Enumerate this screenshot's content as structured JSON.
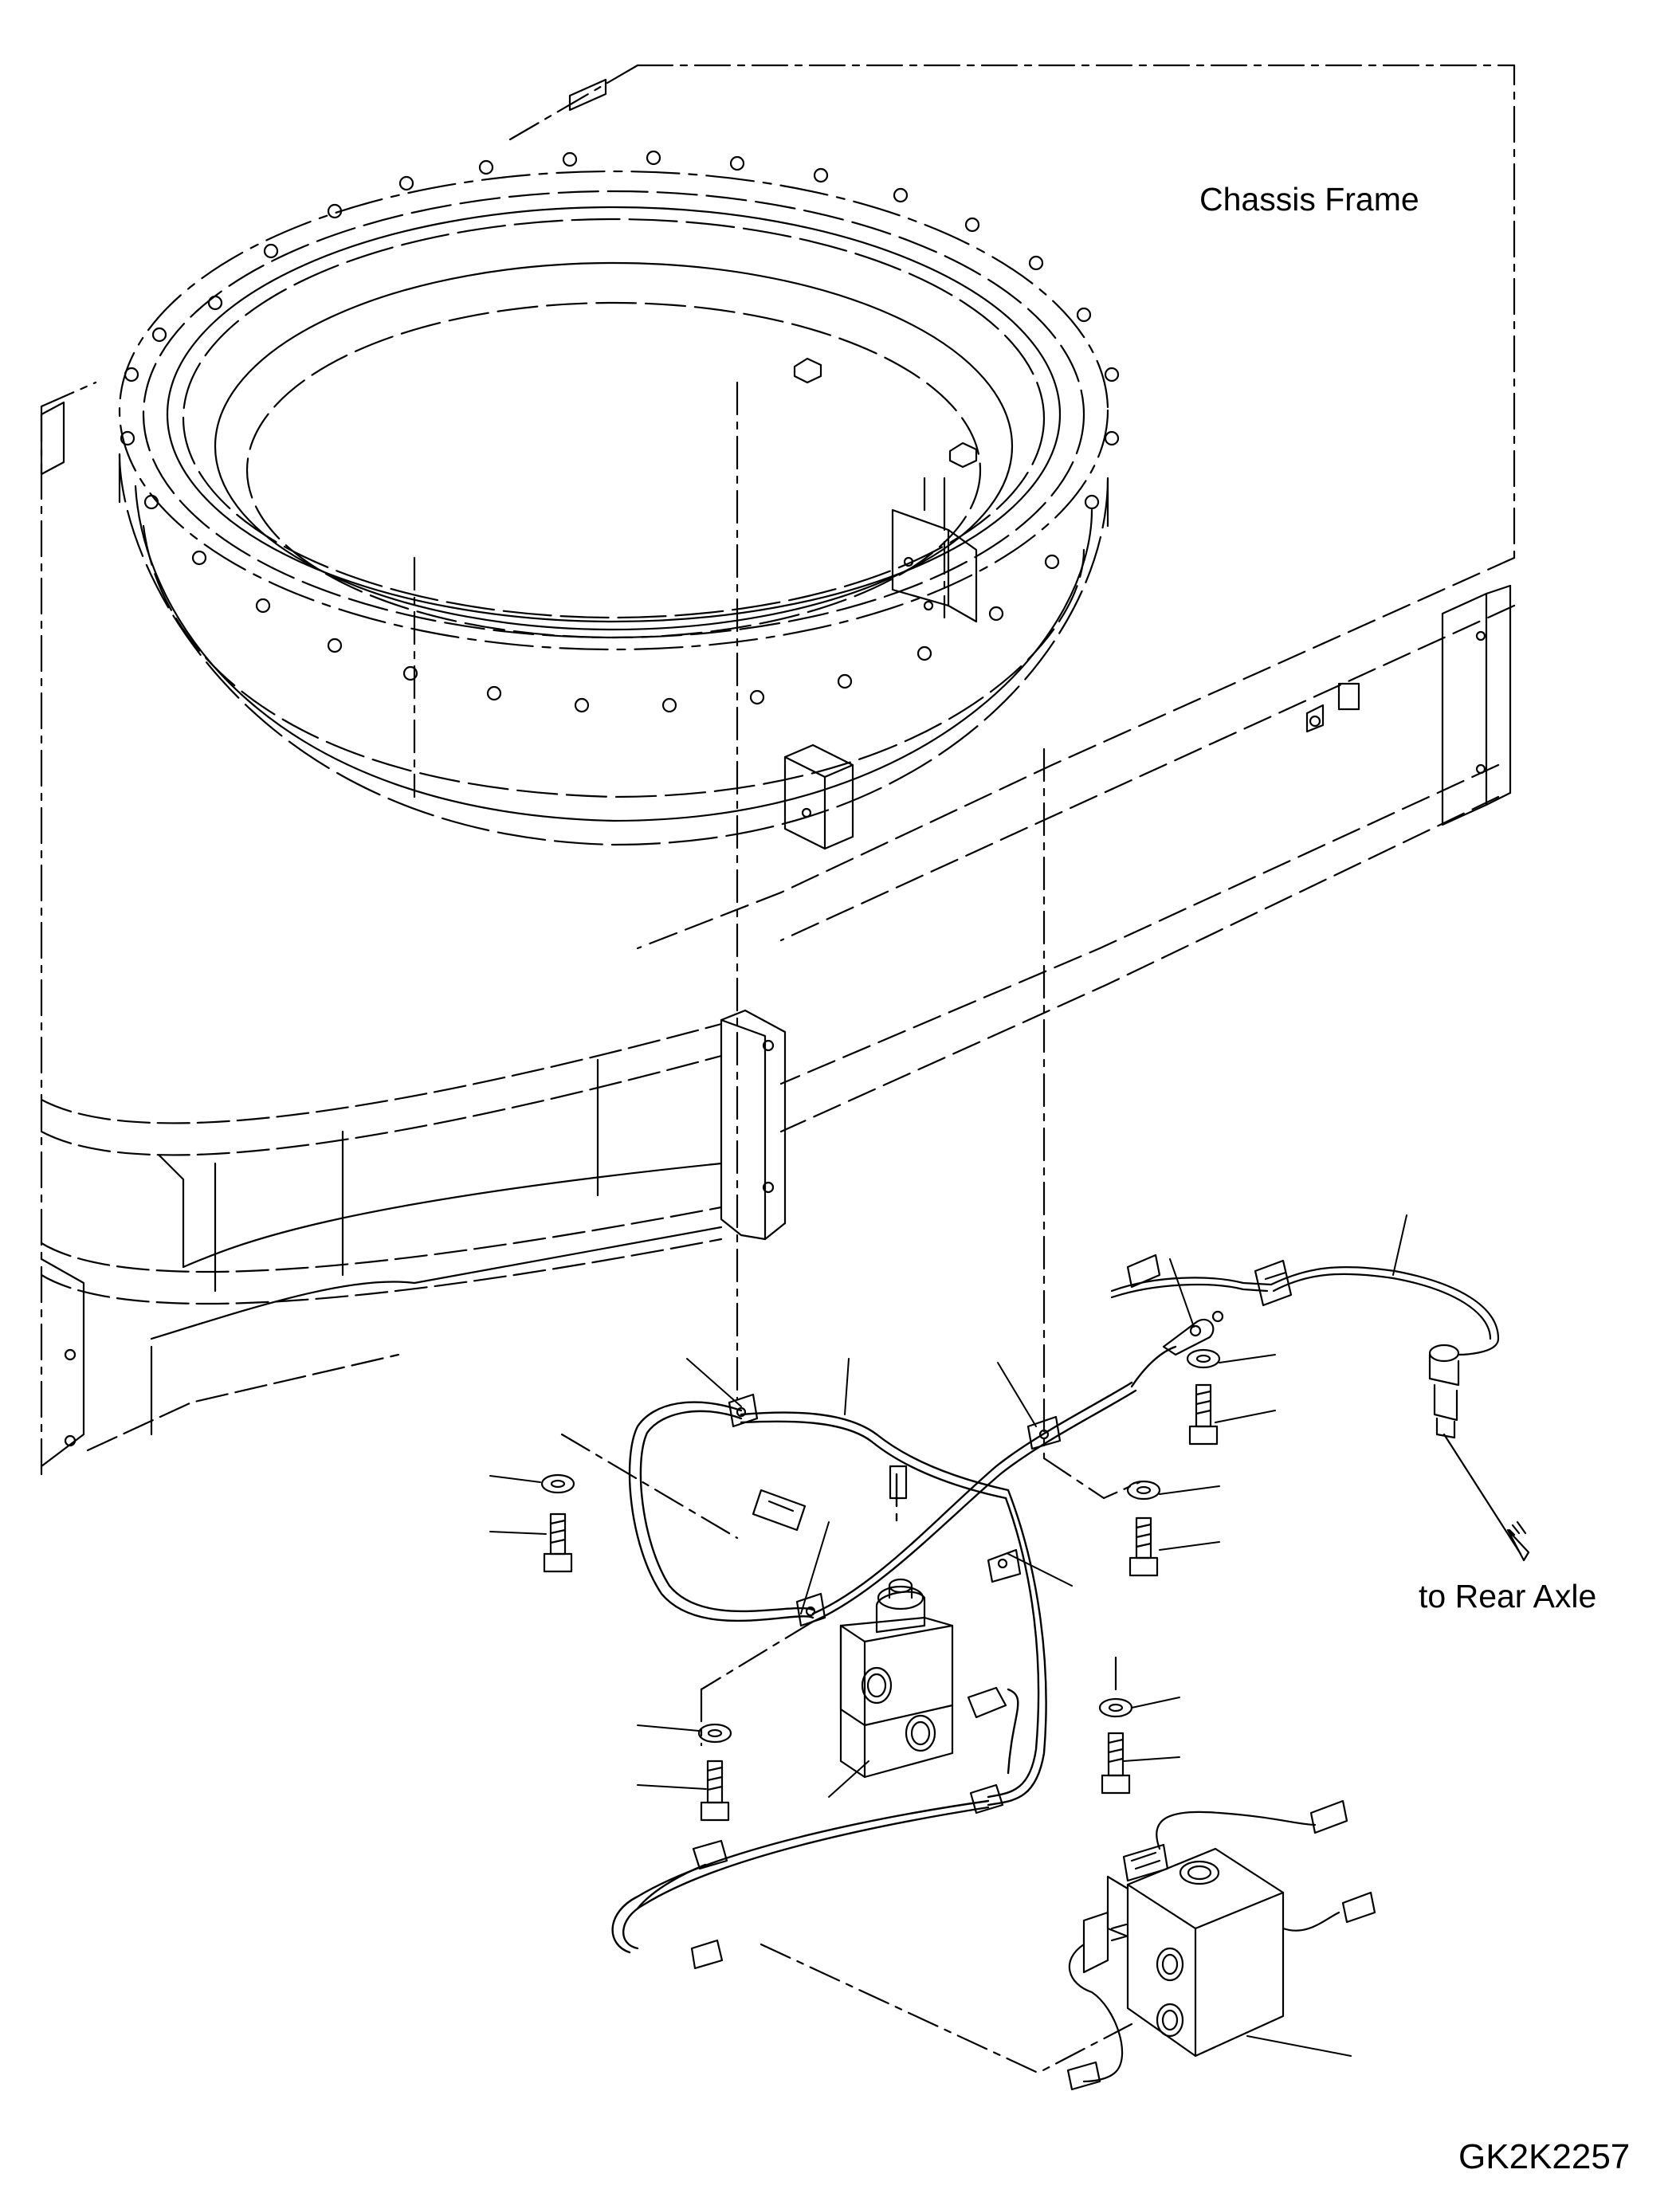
{
  "labels": {
    "chassis_frame": "Chassis Frame",
    "to_rear_axle": "to Rear Axle",
    "drawing_code": "GK2K2257"
  },
  "colors": {
    "line": "#000000",
    "background": "#ffffff"
  }
}
